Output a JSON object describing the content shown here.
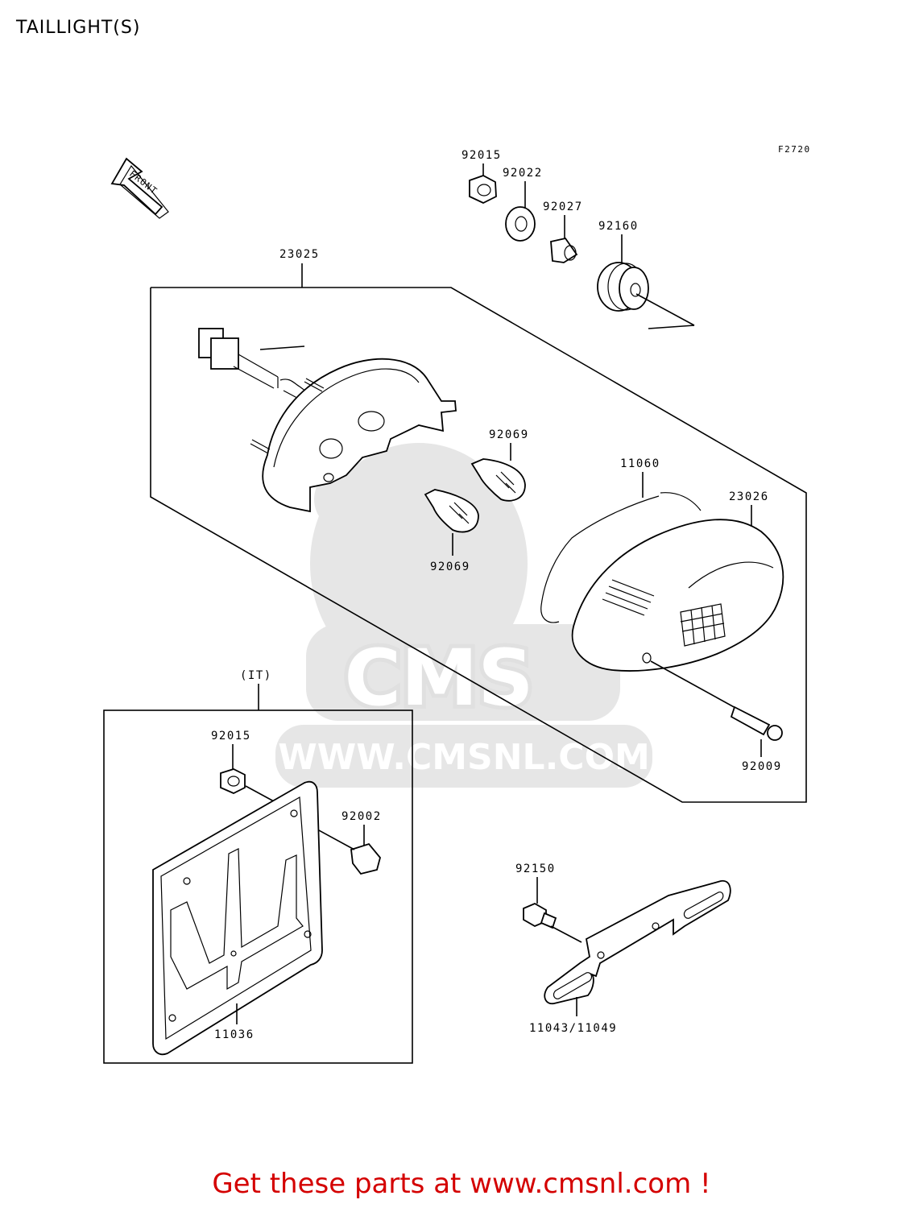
{
  "title": "TAILLIGHT(S)",
  "figure_code": "F2720",
  "front_arrow_label": "FRONT",
  "variant_label": "(IT)",
  "part_labels": {
    "p92015_top": "92015",
    "p92022": "92022",
    "p92027": "92027",
    "p92160": "92160",
    "p23025": "23025",
    "p92069_a": "92069",
    "p92069_b": "92069",
    "p11060": "11060",
    "p23026": "23026",
    "p92009": "92009",
    "p92015_it": "92015",
    "p92002": "92002",
    "p11036": "11036",
    "p92150": "92150",
    "p11043": "11043/11049"
  },
  "watermark": {
    "brand": "CMS",
    "url": "WWW.CMSNL.COM"
  },
  "footer_text": "Get these parts at www.cmsnl.com !",
  "colors": {
    "footer": "#d40000",
    "watermark": "#e6e6e6",
    "lines": "#000000"
  }
}
